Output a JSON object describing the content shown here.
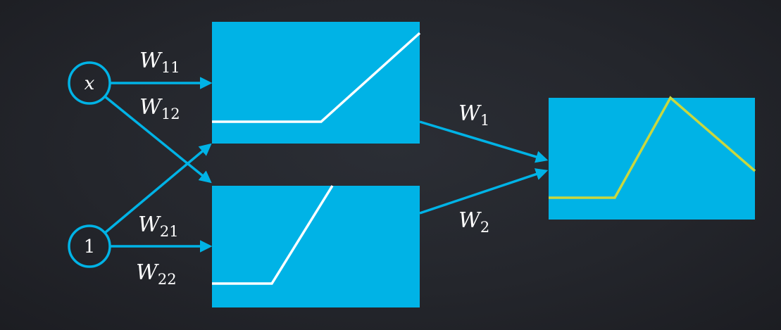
{
  "colors": {
    "background": "#25272d",
    "accent_blue": "#00b3e6",
    "curve_white": "#ffffff",
    "curve_yellow": "#c9d73f",
    "text": "#ffffff"
  },
  "nodes": {
    "input_x": {
      "label": "x"
    },
    "input_bias": {
      "label": "1"
    }
  },
  "weights": {
    "w11": {
      "base": "W",
      "sub": "11"
    },
    "w12": {
      "base": "W",
      "sub": "12"
    },
    "w21": {
      "base": "W",
      "sub": "21"
    },
    "w22": {
      "base": "W",
      "sub": "22"
    },
    "w1": {
      "base": "W",
      "sub": "1"
    },
    "w2": {
      "base": "W",
      "sub": "2"
    }
  }
}
